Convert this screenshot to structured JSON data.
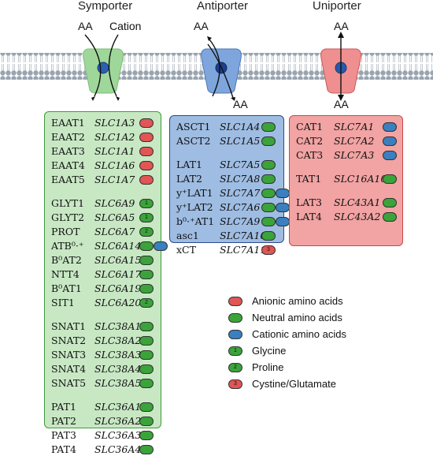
{
  "headers": {
    "symporter": "Symporter",
    "antiporter": "Antiporter",
    "uniporter": "Uniporter"
  },
  "membrane_labels": {
    "sym_aa": "AA",
    "sym_cation": "Cation",
    "anti_top": "AA",
    "anti_bottom": "AA",
    "uni_top": "AA",
    "uni_bottom": "AA"
  },
  "colors": {
    "anionic": "#e25555",
    "neutral": "#3aa43a",
    "cationic": "#3a80c0",
    "sym_box": "#c8e8c4",
    "anti_box": "#9fbde3",
    "uni_box": "#f2a3a3"
  },
  "symporter_rows": [
    {
      "name": "EAAT1",
      "gene": "SLC1A3",
      "badges": [
        {
          "c": "red",
          "t": ""
        }
      ]
    },
    {
      "name": "EAAT2",
      "gene": "SLC1A2",
      "badges": [
        {
          "c": "red",
          "t": ""
        }
      ]
    },
    {
      "name": "EAAT3",
      "gene": "SLC1A1",
      "badges": [
        {
          "c": "red",
          "t": ""
        }
      ]
    },
    {
      "name": "EAAT4",
      "gene": "SLC1A6",
      "badges": [
        {
          "c": "red",
          "t": ""
        }
      ]
    },
    {
      "name": "EAAT5",
      "gene": "SLC1A7",
      "badges": [
        {
          "c": "red",
          "t": ""
        }
      ]
    },
    {
      "name": "GLYT1",
      "gene": "SLC6A9",
      "badges": [
        {
          "c": "green",
          "t": "1"
        }
      ]
    },
    {
      "name": "GLYT2",
      "gene": "SLC6A5",
      "badges": [
        {
          "c": "green",
          "t": "1"
        }
      ]
    },
    {
      "name": "PROT",
      "gene": "SLC6A7",
      "badges": [
        {
          "c": "green",
          "t": "2"
        }
      ]
    },
    {
      "name": "ATB⁰·⁺",
      "gene": "SLC6A14",
      "badges": [
        {
          "c": "green",
          "t": ""
        },
        {
          "c": "blue",
          "t": ""
        }
      ]
    },
    {
      "name": "B⁰AT2",
      "gene": "SLC6A15",
      "badges": [
        {
          "c": "green",
          "t": ""
        }
      ]
    },
    {
      "name": "NTT4",
      "gene": "SLC6A17",
      "badges": [
        {
          "c": "green",
          "t": ""
        }
      ]
    },
    {
      "name": "B⁰AT1",
      "gene": "SLC6A19",
      "badges": [
        {
          "c": "green",
          "t": ""
        }
      ]
    },
    {
      "name": "SIT1",
      "gene": "SLC6A20",
      "badges": [
        {
          "c": "green",
          "t": "2"
        }
      ]
    },
    {
      "name": "SNAT1",
      "gene": "SLC38A1",
      "badges": [
        {
          "c": "green",
          "t": ""
        }
      ]
    },
    {
      "name": "SNAT2",
      "gene": "SLC38A2",
      "badges": [
        {
          "c": "green",
          "t": ""
        }
      ]
    },
    {
      "name": "SNAT3",
      "gene": "SLC38A3",
      "badges": [
        {
          "c": "green",
          "t": ""
        }
      ]
    },
    {
      "name": "SNAT4",
      "gene": "SLC38A4",
      "badges": [
        {
          "c": "green",
          "t": ""
        }
      ]
    },
    {
      "name": "SNAT5",
      "gene": "SLC38A5",
      "badges": [
        {
          "c": "green",
          "t": ""
        }
      ]
    },
    {
      "name": "PAT1",
      "gene": "SLC36A1",
      "badges": [
        {
          "c": "green",
          "t": ""
        }
      ]
    },
    {
      "name": "PAT2",
      "gene": "SLC36A2",
      "badges": [
        {
          "c": "green",
          "t": ""
        }
      ]
    },
    {
      "name": "PAT3",
      "gene": "SLC36A3",
      "badges": [
        {
          "c": "green",
          "t": ""
        }
      ]
    },
    {
      "name": "PAT4",
      "gene": "SLC36A4",
      "badges": [
        {
          "c": "green",
          "t": ""
        }
      ]
    }
  ],
  "antiporter_rows": [
    {
      "name": "ASCT1",
      "gene": "SLC1A4",
      "badges": [
        {
          "c": "green",
          "t": ""
        }
      ]
    },
    {
      "name": "ASCT2",
      "gene": "SLC1A5",
      "badges": [
        {
          "c": "green",
          "t": ""
        }
      ]
    },
    {
      "name": "LAT1",
      "gene": "SLC7A5",
      "badges": [
        {
          "c": "green",
          "t": ""
        }
      ]
    },
    {
      "name": "LAT2",
      "gene": "SLC7A8",
      "badges": [
        {
          "c": "green",
          "t": ""
        }
      ]
    },
    {
      "name": "y⁺LAT1",
      "gene": "SLC7A7",
      "badges": [
        {
          "c": "green",
          "t": ""
        },
        {
          "c": "blue",
          "t": ""
        }
      ]
    },
    {
      "name": "y⁺LAT2",
      "gene": "SLC7A6",
      "badges": [
        {
          "c": "green",
          "t": ""
        },
        {
          "c": "blue",
          "t": ""
        }
      ]
    },
    {
      "name": "b⁰·⁺AT1",
      "gene": "SLC7A9",
      "badges": [
        {
          "c": "green",
          "t": ""
        },
        {
          "c": "blue",
          "t": ""
        }
      ]
    },
    {
      "name": "asc1",
      "gene": "SLC7A10",
      "badges": [
        {
          "c": "green",
          "t": ""
        }
      ]
    },
    {
      "name": "xCT",
      "gene": "SLC7A11",
      "badges": [
        {
          "c": "red",
          "t": "3"
        }
      ]
    }
  ],
  "uniporter_rows": [
    {
      "name": "CAT1",
      "gene": "SLC7A1",
      "badges": [
        {
          "c": "blue",
          "t": ""
        }
      ]
    },
    {
      "name": "CAT2",
      "gene": "SLC7A2",
      "badges": [
        {
          "c": "blue",
          "t": ""
        }
      ]
    },
    {
      "name": "CAT3",
      "gene": "SLC7A3",
      "badges": [
        {
          "c": "blue",
          "t": ""
        }
      ]
    },
    {
      "name": "TAT1",
      "gene": "SLC16A10",
      "badges": [
        {
          "c": "green",
          "t": ""
        }
      ]
    },
    {
      "name": "LAT3",
      "gene": "SLC43A1",
      "badges": [
        {
          "c": "green",
          "t": ""
        }
      ]
    },
    {
      "name": "LAT4",
      "gene": "SLC43A2",
      "badges": [
        {
          "c": "green",
          "t": ""
        }
      ]
    }
  ],
  "legend": [
    {
      "c": "red",
      "t": "",
      "label": "Anionic amino acids"
    },
    {
      "c": "green",
      "t": "",
      "label": "Neutral amino acids"
    },
    {
      "c": "blue",
      "t": "",
      "label": "Cationic amino acids"
    },
    {
      "c": "green",
      "t": "1",
      "label": "Glycine"
    },
    {
      "c": "green",
      "t": "2",
      "label": "Proline"
    },
    {
      "c": "red",
      "t": "3",
      "label": "Cystine/Glutamate"
    }
  ]
}
